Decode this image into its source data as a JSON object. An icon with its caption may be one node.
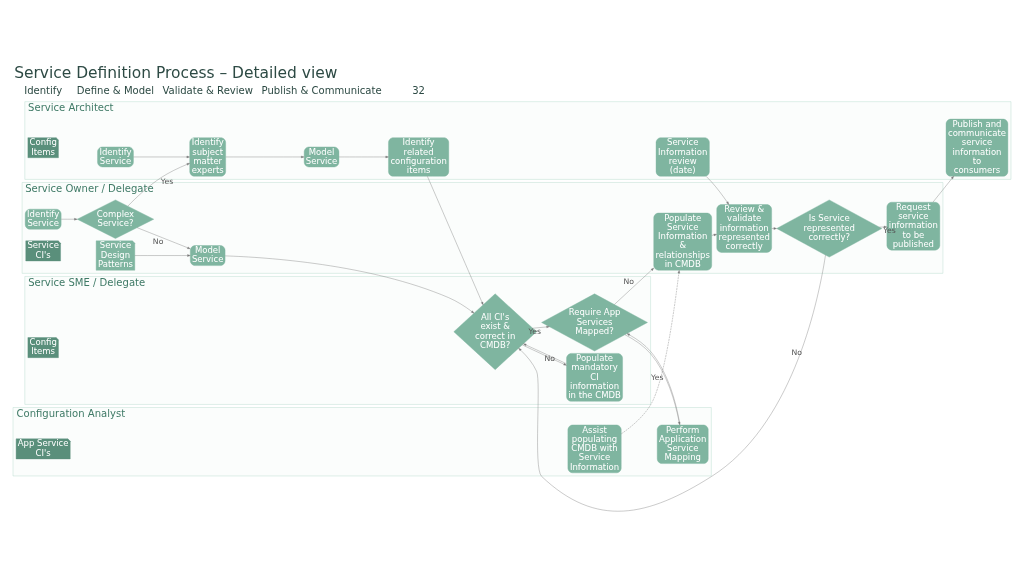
{
  "diagram": {
    "title": "Service Definition Process – Detailed view",
    "nodes": [
      {
        "text": [
          "Service Architect"
        ]
      },
      {
        "text": [
          "Configuration Analyst"
        ]
      },
      {
        "text": [
          "Service Owner / Delegate"
        ]
      },
      {
        "text": [
          "Service SME / Delegate"
        ]
      },
      {
        "text": [
          "Identify Service"
        ],
        "in": 0
      },
      {
        "text": [
          "Identify subject matter experts"
        ],
        "in": 0
      },
      {
        "text": [
          "Model Service"
        ],
        "in": 0
      },
      {
        "text": [
          "Config Items"
        ],
        "in": 0
      },
      {
        "text": [
          "Identify related configuration items"
        ],
        "in": 0
      },
      {
        "text": [
          "Service Information review (date)"
        ],
        "in": 0
      },
      {
        "text": [
          "Publish and communicate service information to consumers"
        ],
        "in": 0
      },
      {
        "text": [
          "App Service CI's"
        ],
        "in": 1
      },
      {
        "text": [
          "Perform Application Service Mapping"
        ],
        "in": 1
      },
      {
        "text": [
          "Assist populating CMDB with Service Information"
        ],
        "in": 1
      },
      {
        "text": [
          "Service Design Patterns"
        ],
        "in": 2
      },
      {
        "text": [
          "Identify Service"
        ],
        "in": 2
      },
      {
        "text": [
          "Complex Service?"
        ],
        "in": 2
      },
      {
        "text": [
          "Model Service"
        ],
        "in": 2
      },
      {
        "text": [
          "Service CI's"
        ],
        "in": 2
      },
      {
        "text": [
          "Populate Service Information & relationships in CMDB"
        ],
        "in": 2
      },
      {
        "text": [
          "Review & validate information represented correctly"
        ],
        "in": 2
      },
      {
        "text": [
          "Is Service represented correctly?"
        ],
        "in": 2
      },
      {
        "text": [
          "Request service information to be published"
        ],
        "in": 2
      },
      {
        "text": [
          "Config Items"
        ],
        "in": 3
      },
      {
        "text": [
          "Populate mandatory CI information in the CMDB"
        ],
        "in": 3
      },
      {
        "text": [
          "All CI's exist & correct in CMDB?"
        ],
        "in": 3
      },
      {
        "text": [
          "Require App Services Mapped?"
        ],
        "in": 3
      }
    ],
    "edges": [
      {
        "from": 4,
        "to": 5,
        "arrow": "to"
      },
      {
        "from": 5,
        "to": 6,
        "arrow": "to"
      },
      {
        "from": 6,
        "to": 8,
        "arrow": "to"
      },
      {
        "from": 15,
        "to": 16,
        "arrow": "to"
      },
      {
        "from": 16,
        "to": 5,
        "arrow": "to",
        "label": "Yes"
      },
      {
        "from": 16,
        "to": 17,
        "arrow": "to",
        "label": "No"
      },
      {
        "from": 14,
        "to": 17,
        "arrow": "to"
      },
      {
        "from": 8,
        "to": 25,
        "arrow": "to"
      },
      {
        "from": 17,
        "to": 25,
        "arrow": "to"
      },
      {
        "from": 24,
        "to": 25,
        "arrow": "to"
      },
      {
        "from": 25,
        "to": 24,
        "arrow": "to",
        "label": "No"
      },
      {
        "from": 25,
        "to": 26,
        "arrow": "to",
        "label": "Yes"
      },
      {
        "from": 12,
        "to": 26,
        "arrow": "to"
      },
      {
        "from": 26,
        "to": 12,
        "arrow": "to",
        "label": "Yes"
      },
      {
        "from": 26,
        "to": 19,
        "arrow": "to",
        "label": "No"
      },
      {
        "from": 13,
        "to": 19,
        "arrow": "to",
        "style": "dashed"
      },
      {
        "from": 19,
        "to": 20,
        "arrow": "to"
      },
      {
        "from": 9,
        "to": 20,
        "arrow": "to"
      },
      {
        "from": 20,
        "to": 21,
        "arrow": "to"
      },
      {
        "from": 21,
        "to": 22,
        "arrow": "to",
        "label": "Yes"
      },
      {
        "from": 21,
        "to": 25,
        "arrow": "to",
        "label": "No"
      },
      {
        "from": 22,
        "to": 10,
        "arrow": "to"
      }
    ],
    "labels": [
      "Identify",
      "Define & Model",
      "Validate & Review",
      "Publish & Communicate",
      "32"
    ]
  }
}
